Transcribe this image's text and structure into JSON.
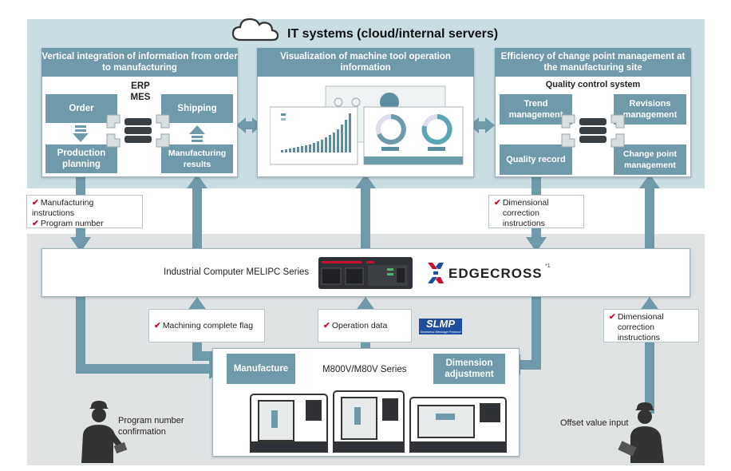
{
  "title": "IT systems (cloud/internal servers)",
  "panels": {
    "left": {
      "header": "Vertical integration of information from order to manufacturing",
      "erp_label": "ERP\nMES",
      "order": "Order",
      "shipping": "Shipping",
      "production_planning": "Production planning",
      "manufacturing_results": "Manufacturing results"
    },
    "center": {
      "header": "Visualization of machine tool operation information",
      "gauge_left": "60%",
      "gauge_right": "71%"
    },
    "right": {
      "header": "Efficiency of change point management at the manufacturing site",
      "subtitle": "Quality control system",
      "trend_management": "Trend management",
      "revisions_management": "Revisions management",
      "quality_record": "Quality record",
      "change_point_management": "Change point management"
    }
  },
  "notes": {
    "manufacturing_instructions": "Manufacturing instructions",
    "program_number": "Program number",
    "dimensional_correction_top": "Dimensional correction instructions",
    "machining_complete_flag": "Machining complete flag",
    "operation_data": "Operation data",
    "dimensional_correction_bottom": "Dimensional correction instructions"
  },
  "melipc": {
    "label": "Industrial Computer MELIPC Series",
    "edgecross": "EDGECROSS",
    "edgecross_sup": "*1"
  },
  "slmp": {
    "logo": "SLMP",
    "tagline": "Seamless Message Protocol"
  },
  "cnc": {
    "series": "M800V/M80V Series",
    "manufacture": "Manufacture",
    "dimension_adjustment": "Dimension adjustment"
  },
  "people": {
    "left_caption": "Program number confirmation",
    "right_caption": "Offset value input"
  },
  "colors": {
    "accent": "#6f9aa9",
    "arrow": "#6f9aa9",
    "check": "#c8102e",
    "top_zone": "#c9dde3",
    "bottom_zone": "#dfe3e4"
  }
}
